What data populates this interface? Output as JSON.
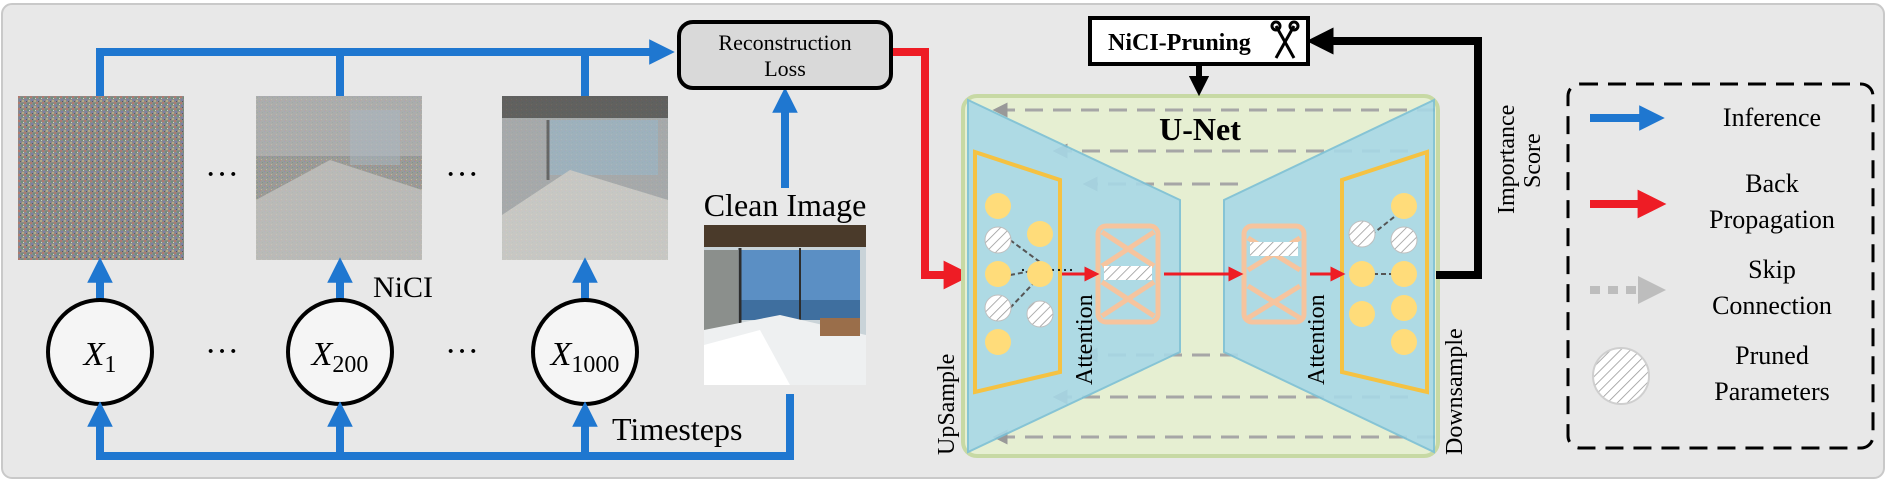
{
  "pipeline": {
    "noisy_images": [
      {
        "name": "noisy-image-x1"
      },
      {
        "name": "noisy-image-x200"
      },
      {
        "name": "noisy-image-x1000"
      }
    ],
    "ellipsis": "···",
    "timesteps": [
      {
        "base": "X",
        "sub": "1"
      },
      {
        "base": "X",
        "sub": "200"
      },
      {
        "base": "X",
        "sub": "1000"
      }
    ],
    "nici_label": "NiCI",
    "timesteps_label": "Timesteps",
    "clean_image_label": "Clean Image",
    "recon_loss_line1": "Reconstruction",
    "recon_loss_line2": "Loss"
  },
  "unet": {
    "title": "U-Net",
    "pruning_label": "NiCI-Pruning",
    "importance_line1": "Importance",
    "importance_line2": "Score",
    "attention_label": "Attention",
    "upsample_label": "UpSample",
    "downsample_label": "Downsample"
  },
  "legend": {
    "items": [
      {
        "line1": "Inference",
        "line2": ""
      },
      {
        "line1": "Back",
        "line2": "Propagation"
      },
      {
        "line1": "Skip",
        "line2": "Connection"
      },
      {
        "line1": "Pruned",
        "line2": "Parameters"
      }
    ]
  },
  "colors": {
    "background_panel": "#e8e8e8",
    "inference_arrow": "#1f77d0",
    "backprop_arrow": "#ee1c25",
    "skip_arrow": "#a6a6a6",
    "unet_fill": "#e6efd2",
    "unet_border": "#c7d9a4",
    "trapezoid": "#a8d8e6",
    "node_fill": "#ffdc7a",
    "frame": "#f5c242",
    "attention_block": "#f6c49e"
  }
}
